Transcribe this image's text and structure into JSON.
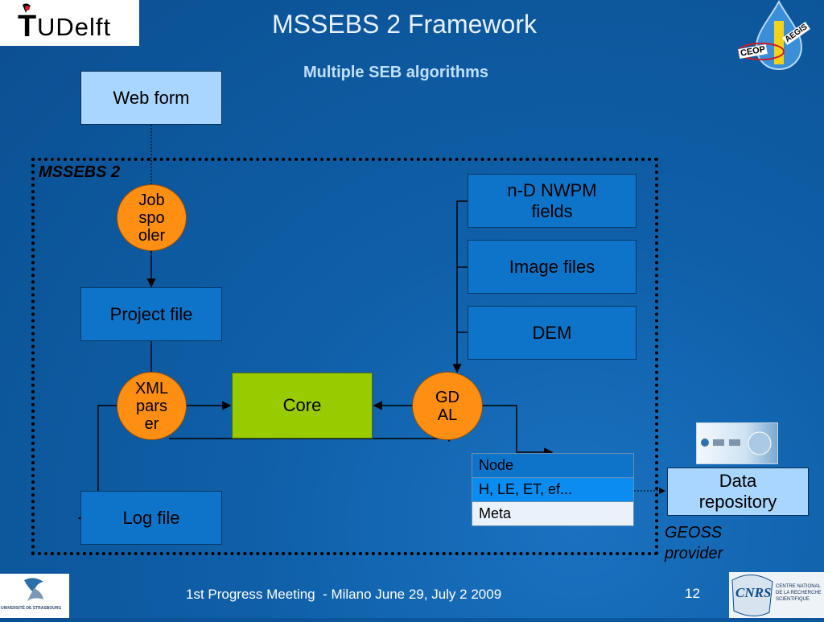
{
  "slide": {
    "title": "MSSEBS 2 Framework",
    "subtitle": "Multiple SEB algorithms",
    "region_label": "MSSEBS 2",
    "footer_text": "1st Progress Meeting  - Milano June 29, July 2 2009",
    "page_number": "12"
  },
  "logos": {
    "tudelft_text": "UDelft",
    "tudelft_t": "T",
    "ceop_text": "CEOP",
    "aegis_text": "AEGIS",
    "strasbourg_text": "UNIVERSITÉ DE STRASBOURG",
    "cnrs_text": "CNRS",
    "cnrs_caption": "CENTRE NATIONAL DE LA RECHERCHE SCIENTIFIQUE"
  },
  "nodes": {
    "web_form": "Web form",
    "job_spooler": "Job spooler",
    "project_file": "Project file",
    "xml_parser": "XML parser",
    "core": "Core",
    "gdal": "GDAL",
    "log_file": "Log file",
    "nwpm": "n-D NWPM fields",
    "image_files": "Image files",
    "dem": "DEM",
    "data_repository": "Data repository",
    "geoss": "GEOSS provider"
  },
  "table": {
    "rows": [
      "Node",
      "H, LE, ET, ef...",
      "Meta"
    ]
  },
  "colors": {
    "background": "#0f5fa8",
    "orange": "#ff8f12",
    "core_green": "#99cc00",
    "blue_box": "#0d74c9",
    "light_box": "#a9d6ff"
  }
}
